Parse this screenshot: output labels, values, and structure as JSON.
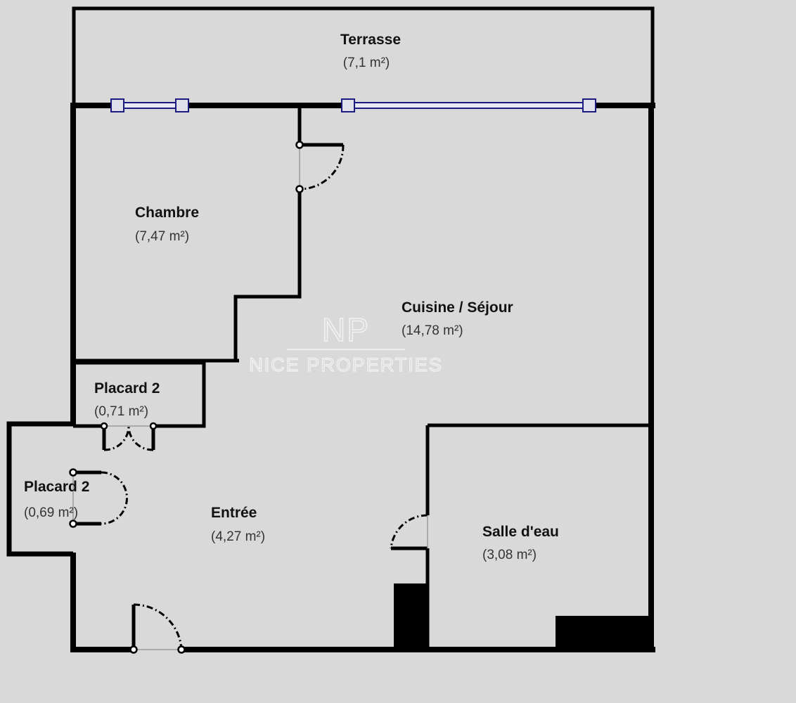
{
  "rooms": {
    "terrasse": {
      "name": "Terrasse",
      "area": "(7,1 m²)"
    },
    "chambre": {
      "name": "Chambre",
      "area": "(7,47 m²)"
    },
    "cuisine_sejour": {
      "name": "Cuisine / Séjour",
      "area": "(14,78 m²)"
    },
    "placard_2_top": {
      "name": "Placard 2",
      "area": "(0,71 m²)"
    },
    "placard_2_left": {
      "name": "Placard 2",
      "area": "(0,69 m²)"
    },
    "entree": {
      "name": "Entrée",
      "area": "(4,27 m²)"
    },
    "salle_deau": {
      "name": "Salle d'eau",
      "area": "(3,08 m²)"
    }
  },
  "watermark": {
    "logo": "NP",
    "text": "NICE PROPERTIES"
  },
  "colors": {
    "background": "#d9d9d9",
    "wall": "#000000",
    "window": "#1a1a80"
  }
}
